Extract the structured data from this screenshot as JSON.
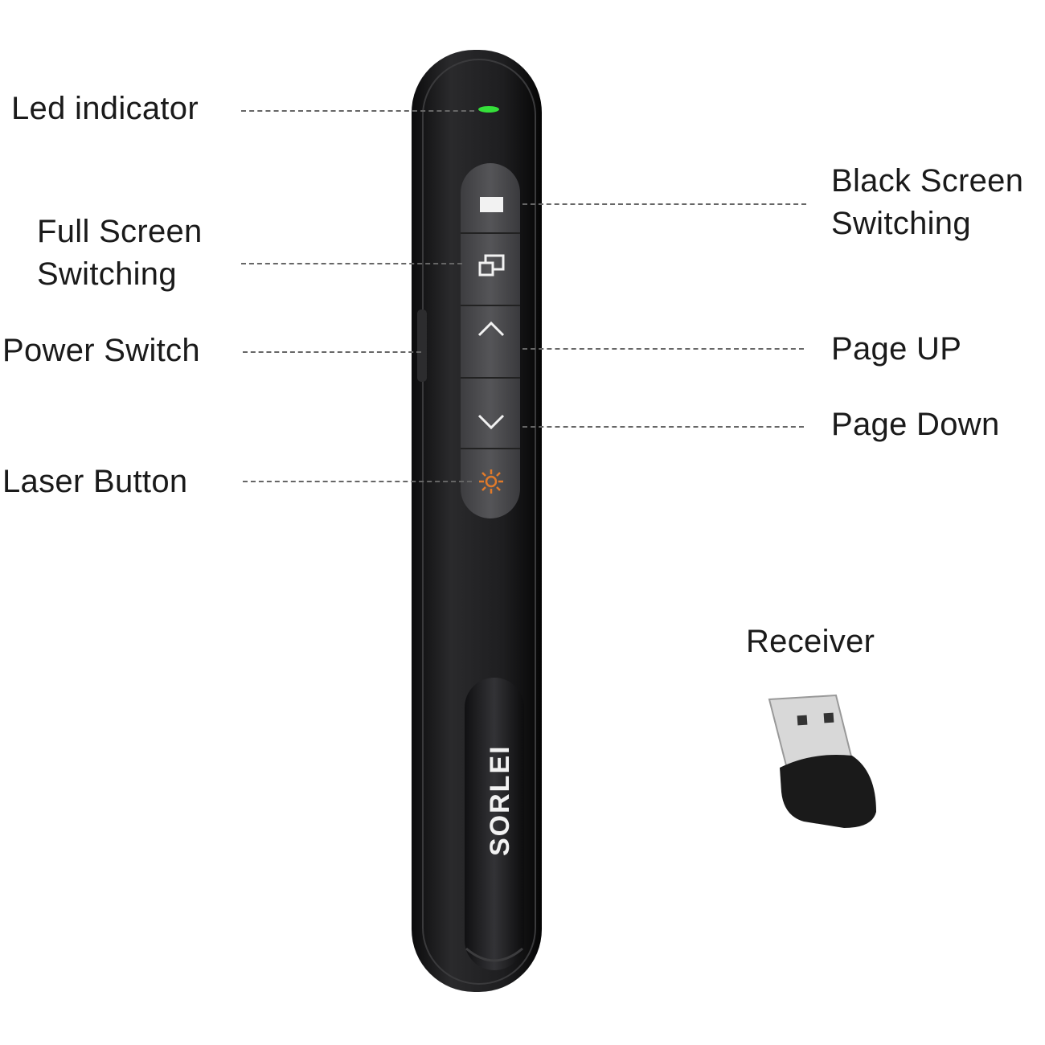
{
  "labels": {
    "led_indicator": "Led indicator",
    "full_screen_1": "Full Screen",
    "full_screen_2": "Switching",
    "power_switch": "Power Switch",
    "laser_button": "Laser Button",
    "black_screen_1": "Black Screen",
    "black_screen_2": "Switching",
    "page_up": "Page UP",
    "page_down": "Page Down",
    "receiver": "Receiver"
  },
  "brand": {
    "logo_text": "SORLEI"
  },
  "colors": {
    "led": "#35e03a",
    "laser": "#e07a2a",
    "body": "#1c1c1e",
    "button": "#4a4a4d"
  }
}
